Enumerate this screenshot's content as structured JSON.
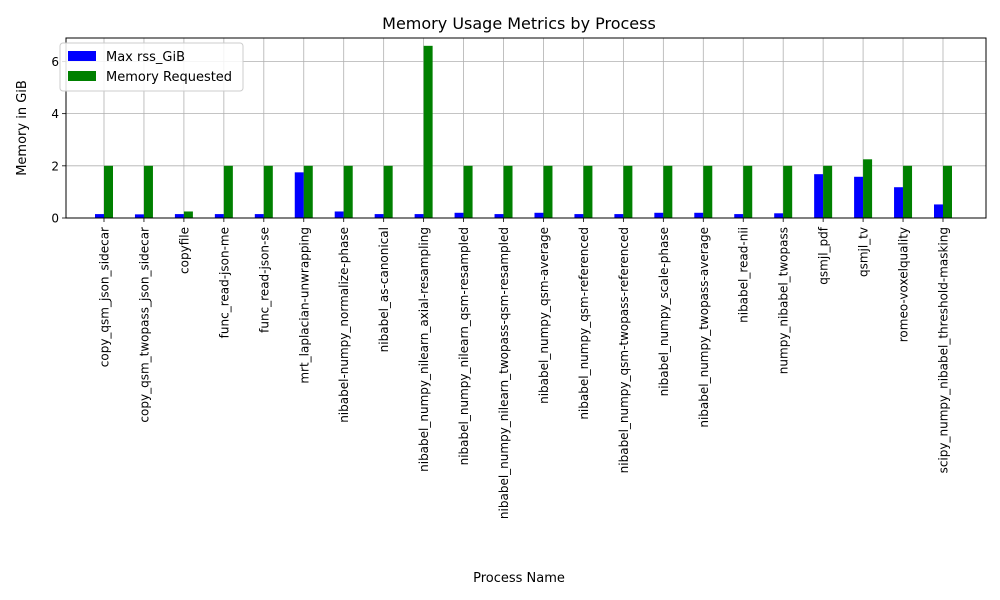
{
  "chart_data": {
    "type": "bar",
    "title": "Memory Usage Metrics by Process",
    "xlabel": "Process Name",
    "ylabel": "Memory in GiB",
    "ylim": [
      0,
      6.9
    ],
    "yticks": [
      0,
      2,
      4,
      6
    ],
    "grid": true,
    "legend_position": "top-left",
    "categories": [
      "copy_qsm_json_sidecar",
      "copy_qsm_twopass_json_sidecar",
      "copyfile",
      "func_read-json-me",
      "func_read-json-se",
      "mrt_laplacian-unwrapping",
      "nibabel-numpy_normalize-phase",
      "nibabel_as-canonical",
      "nibabel_numpy_nilearn_axial-resampling",
      "nibabel_numpy_nilearn_qsm-resampled",
      "nibabel_numpy_nilearn_twopass-qsm-resampled",
      "nibabel_numpy_qsm-average",
      "nibabel_numpy_qsm-referenced",
      "nibabel_numpy_qsm-twopass-referenced",
      "nibabel_numpy_scale-phase",
      "nibabel_numpy_twopass-average",
      "nibabel_read-nii",
      "numpy_nibabel_twopass",
      "qsmjl_pdf",
      "qsmjl_tv",
      "romeo-voxelquality",
      "scipy_numpy_nibabel_threshold-masking"
    ],
    "series": [
      {
        "name": "Max rss_GiB",
        "color": "#0000ff",
        "values": [
          0.15,
          0.14,
          0.15,
          0.15,
          0.15,
          1.75,
          0.25,
          0.15,
          0.15,
          0.2,
          0.15,
          0.2,
          0.15,
          0.15,
          0.2,
          0.2,
          0.15,
          0.18,
          1.68,
          1.58,
          1.18,
          0.52
        ]
      },
      {
        "name": "Memory Requested",
        "color": "#008000",
        "values": [
          2,
          2,
          0.25,
          2,
          2,
          2,
          2,
          2,
          6.6,
          2,
          2,
          2,
          2,
          2,
          2,
          2,
          2,
          2,
          2,
          2.25,
          2,
          2
        ]
      }
    ]
  }
}
